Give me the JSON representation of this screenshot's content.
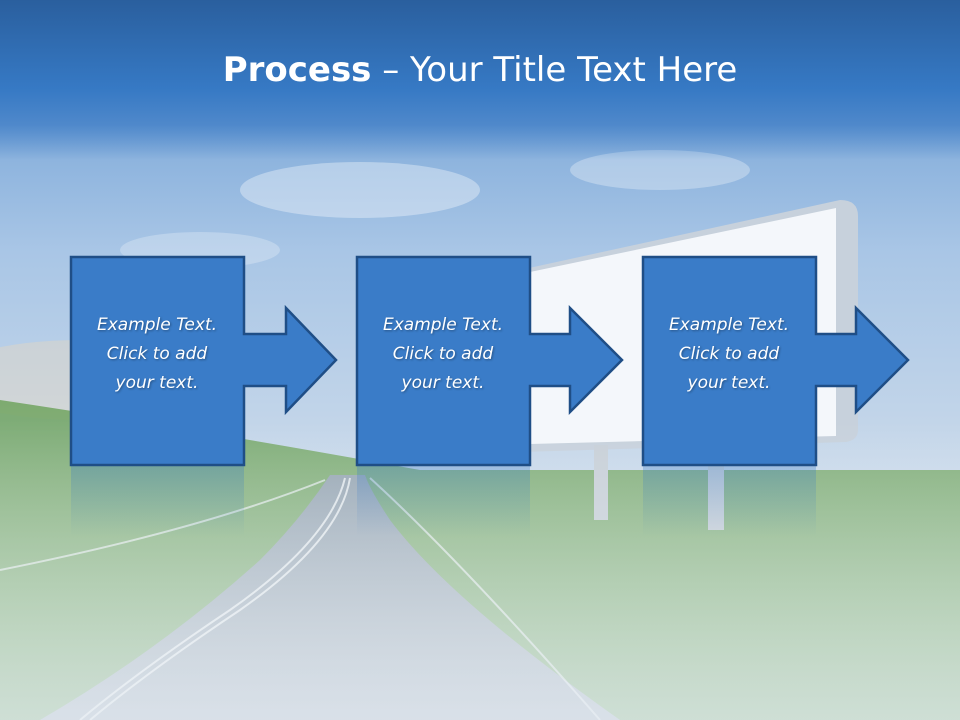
{
  "slide": {
    "title_bold": "Process",
    "title_rest": " – Your Title Text Here",
    "steps": [
      {
        "line1": "Example Text.",
        "line2": "Click  to add",
        "line3": "your text."
      },
      {
        "line1": "Example Text.",
        "line2": "Click  to add",
        "line3": "your text."
      },
      {
        "line1": "Example Text.",
        "line2": "Click  to add",
        "line3": "your text."
      }
    ]
  },
  "colors": {
    "title_bar": "#3679c4",
    "box_fill": "#3a7cc8",
    "box_border": "#1f4e86",
    "sky": "#a9c6e6",
    "grass": "#7fb06a",
    "road": "#b8c4cf"
  }
}
